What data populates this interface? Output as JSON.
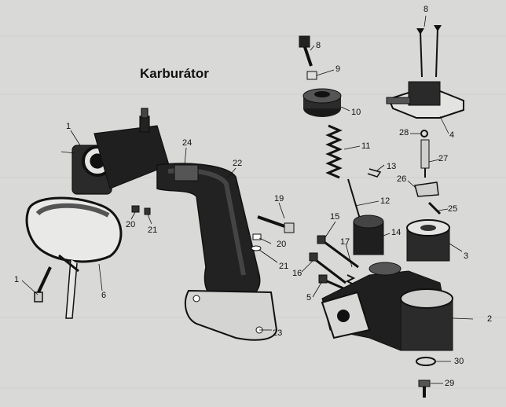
{
  "title": "Karburátor",
  "callouts": {
    "c1": "1",
    "c2": "2",
    "c3": "3",
    "c4": "4",
    "c5": "5",
    "c6": "6",
    "c8": "8",
    "c9": "9",
    "c10": "10",
    "c11": "11",
    "c12": "12",
    "c13": "13",
    "c14": "14",
    "c15": "15",
    "c16": "16",
    "c17": "17",
    "c19": "19",
    "c20": "20",
    "c21": "21",
    "c22": "22",
    "c23": "23",
    "c24": "24",
    "c25": "25",
    "c26": "26",
    "c27": "27",
    "c28": "28",
    "c29": "29",
    "c30": "30"
  },
  "colors": {
    "paper": "#d9d9d7",
    "ink": "#111111",
    "part": "#1a1a1a"
  }
}
